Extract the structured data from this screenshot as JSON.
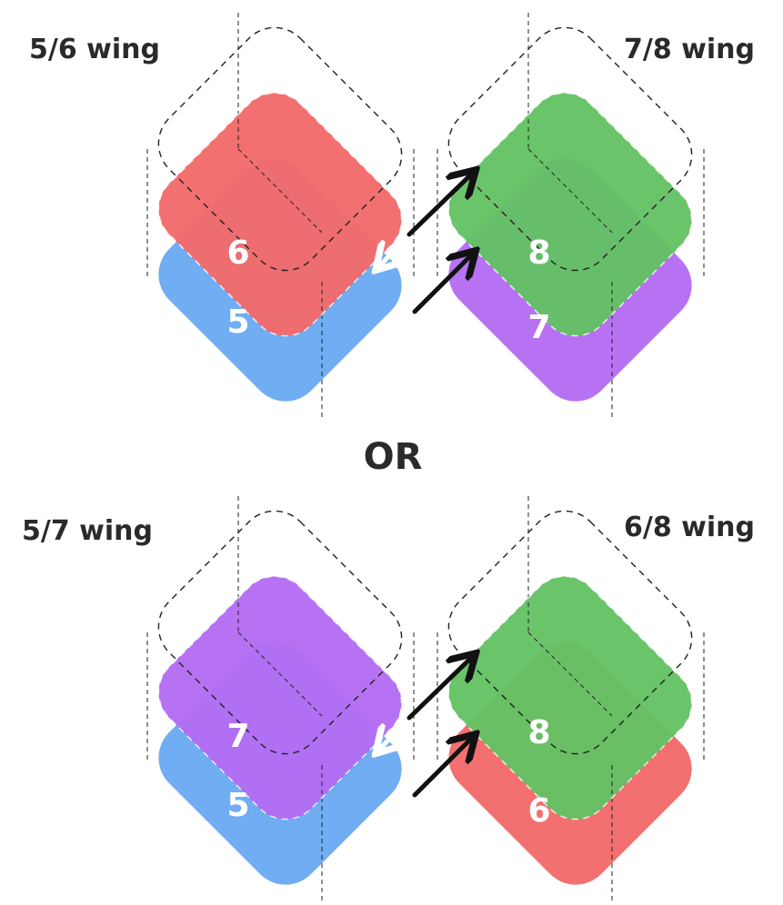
{
  "separator": "OR",
  "top": {
    "left": {
      "title": "5/6 wing",
      "front": {
        "label": "6",
        "color": "#f26a6a"
      },
      "back": {
        "label": "5",
        "color": "#6aaaf2"
      }
    },
    "right": {
      "title": "7/8 wing",
      "front": {
        "label": "8",
        "color": "#64c264"
      },
      "back": {
        "label": "7",
        "color": "#b46cf2"
      }
    }
  },
  "bottom": {
    "left": {
      "title": "5/7 wing",
      "front": {
        "label": "7",
        "color": "#b46cf2"
      },
      "back": {
        "label": "5",
        "color": "#6aaaf2"
      }
    },
    "right": {
      "title": "6/8 wing",
      "front": {
        "label": "8",
        "color": "#64c264"
      },
      "back": {
        "label": "6",
        "color": "#f26a6a"
      }
    }
  },
  "arrow_colors": {
    "outgoing": "#111111",
    "incoming": "#ffffff"
  }
}
